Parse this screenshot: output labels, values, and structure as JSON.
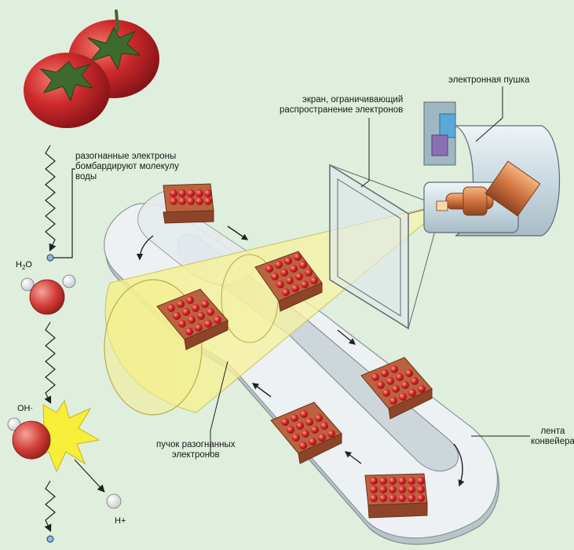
{
  "labels": {
    "electron_gun": [
      "электронная пушка"
    ],
    "screen": [
      "экран, ограничивающий",
      "распространение электронов"
    ],
    "electrons_bombard": [
      "разогнанные электроны",
      "бомбардируют молекулу",
      "воды"
    ],
    "beam": [
      "пучок разогнанных",
      "электронов"
    ],
    "belt": [
      "лента",
      "конвейера"
    ]
  },
  "chem": {
    "water_prefix": "H",
    "water_sub": "2",
    "water_suffix": "O",
    "hydroxyl": "OH·",
    "proton": "H+"
  },
  "colors": {
    "background": "#dfeedd",
    "tomato": "#c8232b",
    "crate": "#b5603a",
    "belt": "#e9eef0",
    "beam": "#f3f098",
    "gun_body": "#d9e6ec",
    "copper": "#d9824f",
    "water_oxygen": "#cf3f3a",
    "spark": "#f7ee3a"
  },
  "icons": [
    "tomato-icon",
    "water-molecule-icon",
    "hydroxyl-radical-icon",
    "proton-icon",
    "zigzag-electron-path-icon",
    "rotation-arrow-icon"
  ]
}
